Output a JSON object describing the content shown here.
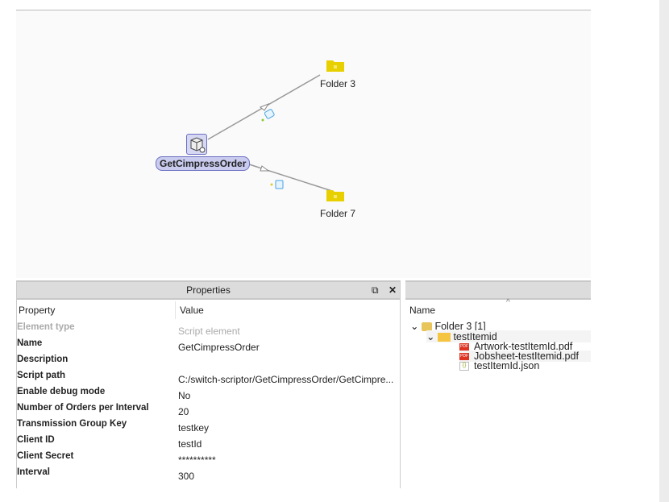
{
  "canvas": {
    "script_node": {
      "label": "GetCimpressOrder"
    },
    "folders": [
      {
        "label": "Folder 3"
      },
      {
        "label": "Folder 7"
      }
    ]
  },
  "properties": {
    "title": "Properties",
    "col_property": "Property",
    "col_value": "Value",
    "rows": [
      {
        "key": "Element type",
        "value": "Script element"
      },
      {
        "key": "Name",
        "value": "GetCimpressOrder"
      },
      {
        "key": "Description",
        "value": ""
      },
      {
        "key": "Script path",
        "value": "C:/switch-scriptor/GetCimpressOrder/GetCimpre..."
      },
      {
        "key": "Enable debug mode",
        "value": "No"
      },
      {
        "key": "Number of Orders per Interval",
        "value": "20"
      },
      {
        "key": "Transmission Group Key",
        "value": "testkey"
      },
      {
        "key": "Client ID",
        "value": "testId"
      },
      {
        "key": "Client Secret",
        "value": "**********"
      },
      {
        "key": "Interval",
        "value": "300"
      }
    ]
  },
  "tree": {
    "column": "Name",
    "root": "Folder 3 [1]",
    "job": "testItemid",
    "files": [
      "Artwork-testItemId.pdf",
      "Jobsheet-testItemid.pdf",
      "testItemId.json"
    ]
  },
  "colors": {
    "folder": "#e8d000",
    "node": "#c9cbef",
    "pdf": "#dd3322"
  }
}
